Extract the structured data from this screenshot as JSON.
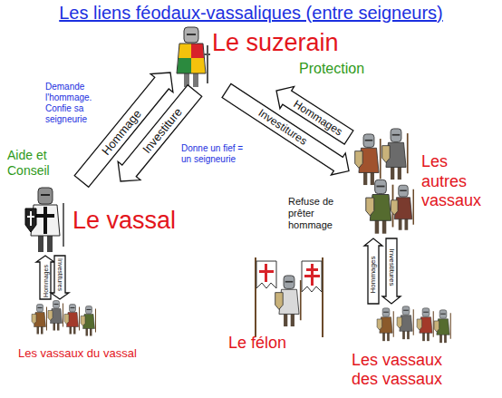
{
  "diagram": {
    "title": "Les liens féodaux-vassaliques (entre seigneurs)",
    "nodes": [
      {
        "text": [
          "Le suzerain"
        ]
      },
      {
        "text": [
          "Le vassal"
        ]
      },
      {
        "text": [
          "Les autres vassaux"
        ]
      },
      {
        "text": [
          "Le félon"
        ]
      },
      {
        "text": [
          "Les vassaux du vassal"
        ]
      },
      {
        "text": [
          "Les vassaux des vassaux"
        ]
      }
    ],
    "edges": [
      {
        "from": 1,
        "to": 0,
        "label": "Hommage",
        "arrow": "to"
      },
      {
        "from": 0,
        "to": 1,
        "label": "Investiture",
        "arrow": "to"
      },
      {
        "from": 2,
        "to": 0,
        "label": "Hommages",
        "arrow": "to"
      },
      {
        "from": 0,
        "to": 2,
        "label": "Investitures",
        "arrow": "to"
      },
      {
        "from": 4,
        "to": 1,
        "label": "Hommages",
        "arrow": "to"
      },
      {
        "from": 1,
        "to": 4,
        "label": "Investitures",
        "arrow": "to"
      },
      {
        "from": 5,
        "to": 2,
        "label": "Hommages",
        "arrow": "to"
      },
      {
        "from": 2,
        "to": 5,
        "label": "Investitures",
        "arrow": "to"
      }
    ],
    "labels": [
      "Protection",
      "Demande l'hommage. Confie sa seigneurie",
      "Aide et Conseil",
      "Donne un fief = un seigneurie",
      "Refuse de prêter hommage"
    ]
  }
}
